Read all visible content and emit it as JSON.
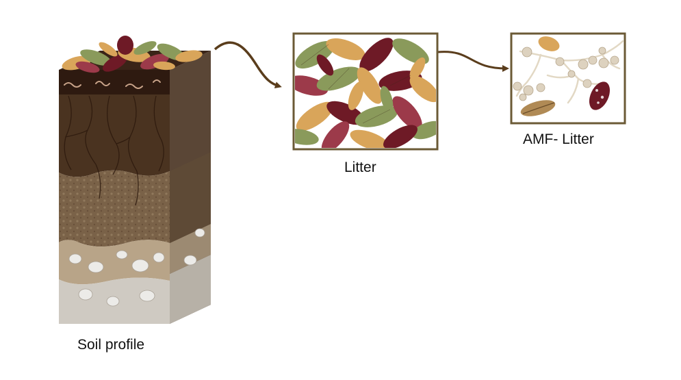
{
  "labels": {
    "soil_profile": "Soil profile",
    "litter": "Litter",
    "amf_litter": "AMF- Litter"
  },
  "colors": {
    "frame": "#6b5a36",
    "arrow": "#5a3d1c",
    "leaf_olive": "#8a9a5b",
    "leaf_tan": "#d9a55a",
    "leaf_maroon": "#6e1a26",
    "leaf_rose": "#9c3a4a",
    "soil_top": "#2e1a10",
    "soil_dark": "#4a3320",
    "soil_mid": "#7a6248",
    "soil_sand": "#b8a488",
    "soil_rock": "#cfcac2",
    "hyphae": "#e2d8c4"
  },
  "icons": {
    "soil_block": "soil-profile-illustration",
    "litter_box": "leaf-litter-pile",
    "amf_box": "mycorrhizal-hyphae-litter"
  }
}
